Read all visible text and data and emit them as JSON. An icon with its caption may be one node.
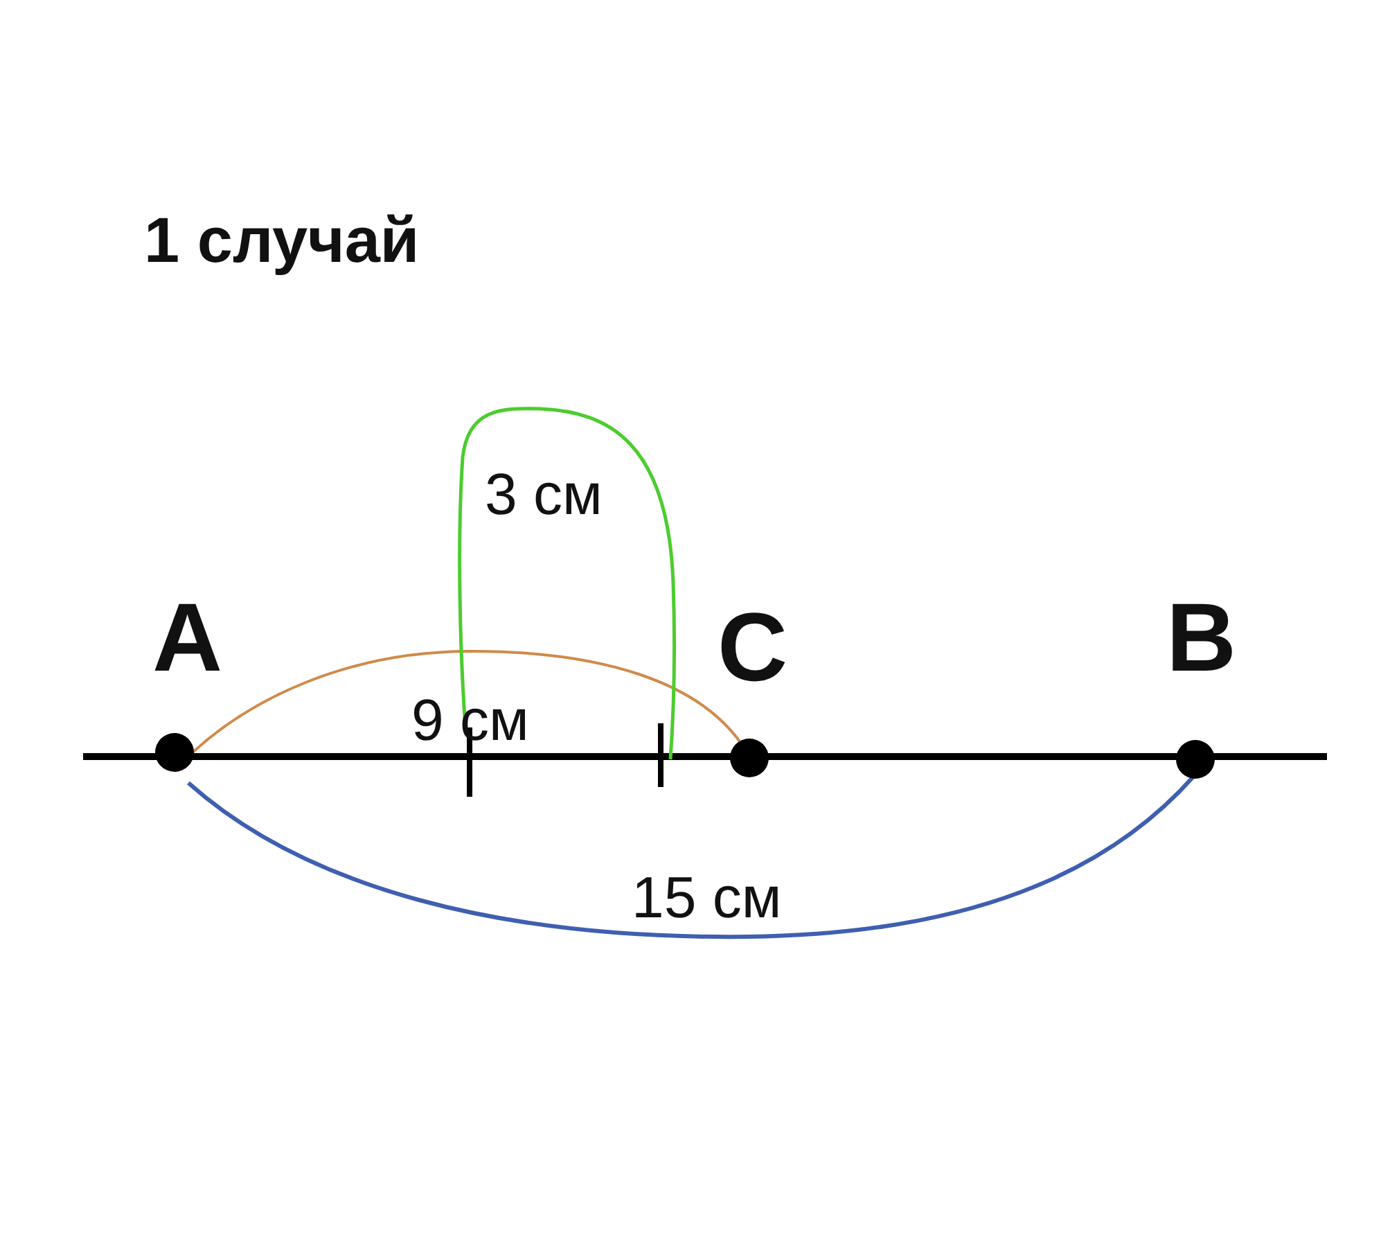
{
  "diagram": {
    "title": "1 случай",
    "labels": [
      "3 см",
      "A",
      "C",
      "B",
      "9 см",
      "15 см"
    ]
  }
}
